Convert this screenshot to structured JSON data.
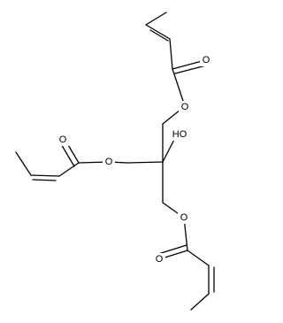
{
  "colors": {
    "background": "#ffffff",
    "bond": "#000000",
    "label": "#000000"
  },
  "atom_labels": {
    "hydroxyl": "HO",
    "ester_oxygen_top": "O",
    "carbonyl_oxygen_top": "O",
    "ester_oxygen_left": "O",
    "carbonyl_oxygen_left": "O",
    "ester_oxygen_bottom": "O",
    "carbonyl_oxygen_bottom": "O"
  }
}
